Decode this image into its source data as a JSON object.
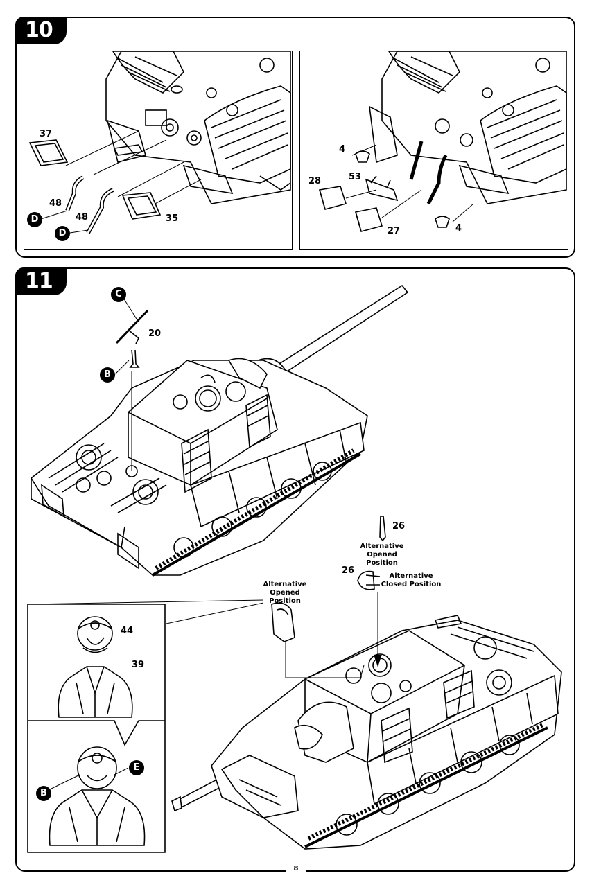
{
  "page_number": "8",
  "step10": {
    "number": "10",
    "left_panel": {
      "labels": [
        "37",
        "48",
        "48",
        "35"
      ],
      "markers": [
        "D",
        "D"
      ]
    },
    "right_panel": {
      "labels": [
        "4",
        "53",
        "28",
        "27",
        "4"
      ]
    }
  },
  "step11": {
    "number": "11",
    "labels": [
      "20",
      "26",
      "26",
      "44",
      "39"
    ],
    "markers": [
      "C",
      "B",
      "B",
      "E"
    ],
    "notes": {
      "alt_opened_hatch": "Alternative\nOpened Position",
      "alt_closed_hatch": "Alternative\nClosed Position",
      "alt_opened_figure": "Alternative\nOpened Position"
    }
  }
}
